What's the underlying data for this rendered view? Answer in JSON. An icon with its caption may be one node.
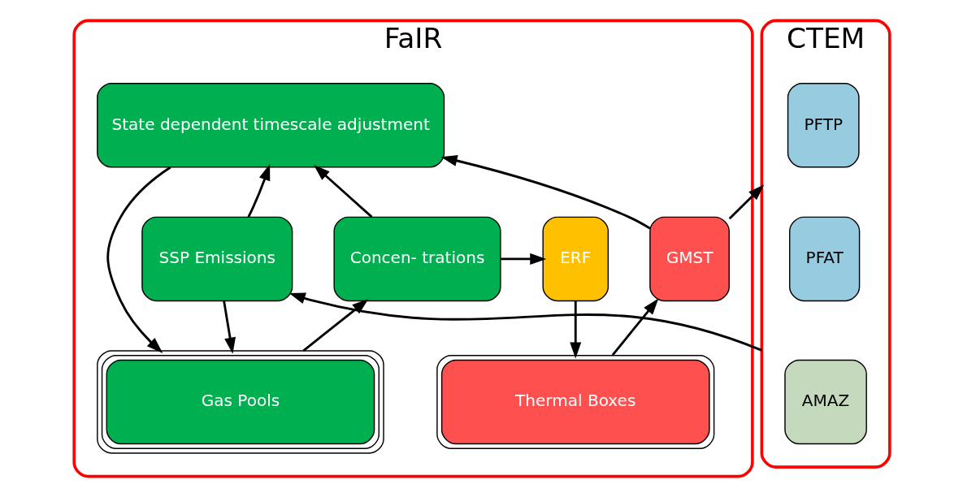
{
  "diagram": {
    "nodes": [
      {
        "text": [
          "FaIR"
        ]
      },
      {
        "text": [
          "CTEM"
        ]
      },
      {
        "text": [
          "State dependent timescale adjustment"
        ],
        "in": 0
      },
      {
        "text": [
          "SSP Emissions"
        ],
        "in": 0
      },
      {
        "text": [
          "Concen- trations"
        ],
        "in": 0
      },
      {
        "text": [
          "ERF"
        ],
        "in": 0
      },
      {
        "text": [
          "GMST"
        ],
        "in": 0
      },
      {
        "text": [
          "Gas Pools"
        ],
        "in": 0
      },
      {
        "text": [
          "Thermal Boxes"
        ],
        "in": 0
      },
      {
        "text": [
          "PFTP"
        ],
        "in": 1
      },
      {
        "text": [
          "PFAT"
        ],
        "in": 1
      },
      {
        "text": [
          "AMAZ"
        ],
        "in": 1
      }
    ],
    "edges": [
      {
        "from": 3,
        "to": 2,
        "arrow": "to"
      },
      {
        "from": 4,
        "to": 2,
        "arrow": "to"
      },
      {
        "from": 6,
        "to": 2,
        "arrow": "to"
      },
      {
        "from": 2,
        "to": 7,
        "arrow": "to"
      },
      {
        "from": 3,
        "to": 7,
        "arrow": "to"
      },
      {
        "from": 7,
        "to": 4,
        "arrow": "to"
      },
      {
        "from": 4,
        "to": 5,
        "arrow": "to"
      },
      {
        "from": 5,
        "to": 8,
        "arrow": "to"
      },
      {
        "from": 8,
        "to": 6,
        "arrow": "to"
      },
      {
        "from": 6,
        "to": 1,
        "arrow": "to"
      },
      {
        "from": 1,
        "to": 3,
        "arrow": "to"
      }
    ]
  }
}
